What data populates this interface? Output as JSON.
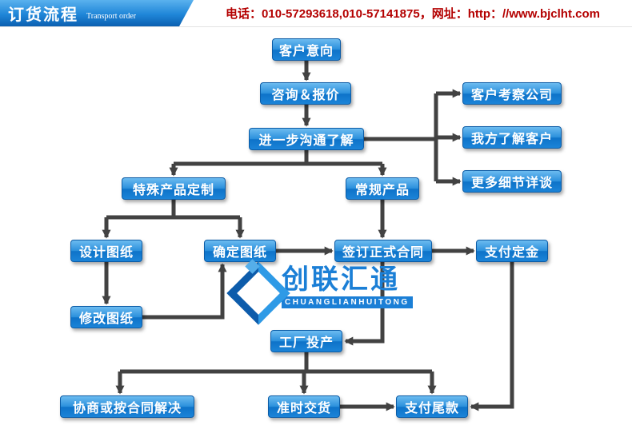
{
  "header": {
    "title_cn": "订货流程",
    "title_en": "Transport order",
    "contact": "电话：010-57293618,010-57141875，网址：http：//www.bjclht.com"
  },
  "logo": {
    "name_cn": "创联汇通",
    "name_en": "CHUANGLIANHUITONG"
  },
  "colors": {
    "node_gradient_top": "#6cbbf0",
    "node_gradient_bottom": "#1b84d8",
    "node_border": "#0c5ca6",
    "arrow": "#424242",
    "contact_red": "#b40000",
    "logo_blue": "#1b7fd6",
    "banner_blue_top": "#5ab1ee",
    "banner_blue_bottom": "#0b5fb0"
  },
  "nodes": [
    {
      "id": "customer-intention",
      "label": "客户意向"
    },
    {
      "id": "consult-quote",
      "label": "咨询＆报价"
    },
    {
      "id": "further-communication",
      "label": "进一步沟通了解"
    },
    {
      "id": "customer-visit-company",
      "label": "客户考察公司"
    },
    {
      "id": "understand-customer",
      "label": "我方了解客户"
    },
    {
      "id": "more-details",
      "label": "更多细节详谈"
    },
    {
      "id": "special-product-custom",
      "label": "特殊产品定制"
    },
    {
      "id": "regular-product",
      "label": "常规产品"
    },
    {
      "id": "design-drawing",
      "label": "设计图纸"
    },
    {
      "id": "confirm-drawing",
      "label": "确定图纸"
    },
    {
      "id": "sign-contract",
      "label": "签订正式合同"
    },
    {
      "id": "pay-deposit",
      "label": "支付定金"
    },
    {
      "id": "modify-drawing",
      "label": "修改图纸"
    },
    {
      "id": "factory-production",
      "label": "工厂投产"
    },
    {
      "id": "negotiate-resolve",
      "label": "协商或按合同解决"
    },
    {
      "id": "on-time-delivery",
      "label": "准时交货"
    },
    {
      "id": "pay-balance",
      "label": "支付尾款"
    }
  ],
  "edges": [
    {
      "from": "customer-intention",
      "to": "consult-quote"
    },
    {
      "from": "consult-quote",
      "to": "further-communication"
    },
    {
      "from": "further-communication",
      "to": "customer-visit-company"
    },
    {
      "from": "further-communication",
      "to": "understand-customer"
    },
    {
      "from": "further-communication",
      "to": "more-details"
    },
    {
      "from": "further-communication",
      "to": "special-product-custom"
    },
    {
      "from": "further-communication",
      "to": "regular-product"
    },
    {
      "from": "special-product-custom",
      "to": "design-drawing"
    },
    {
      "from": "special-product-custom",
      "to": "confirm-drawing"
    },
    {
      "from": "design-drawing",
      "to": "modify-drawing"
    },
    {
      "from": "modify-drawing",
      "to": "confirm-drawing"
    },
    {
      "from": "confirm-drawing",
      "to": "sign-contract"
    },
    {
      "from": "regular-product",
      "to": "sign-contract"
    },
    {
      "from": "sign-contract",
      "to": "pay-deposit"
    },
    {
      "from": "sign-contract",
      "to": "factory-production"
    },
    {
      "from": "pay-deposit",
      "to": "pay-balance"
    },
    {
      "from": "factory-production",
      "to": "negotiate-resolve"
    },
    {
      "from": "factory-production",
      "to": "on-time-delivery"
    },
    {
      "from": "factory-production",
      "to": "pay-balance"
    },
    {
      "from": "on-time-delivery",
      "to": "pay-balance"
    }
  ]
}
